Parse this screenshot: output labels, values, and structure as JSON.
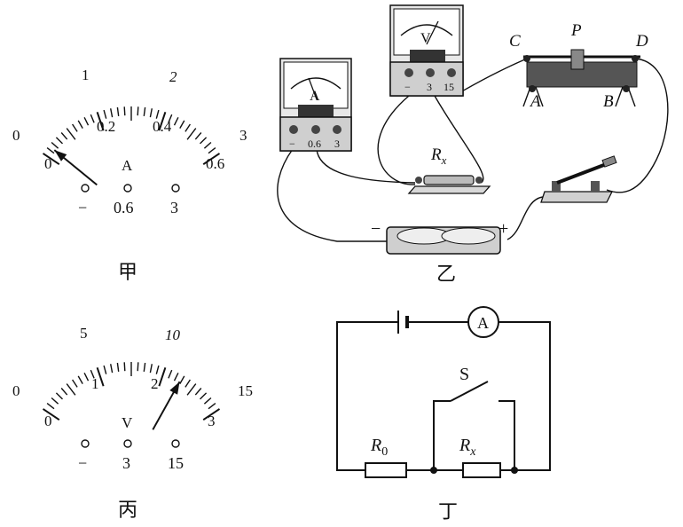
{
  "ammeter_dial": {
    "top_scale": [
      "0",
      "1",
      "2",
      "3"
    ],
    "bottom_scale": [
      "0",
      "0.2",
      "0.4",
      "0.6"
    ],
    "unit": "A",
    "terminals": [
      "−",
      "0.6",
      "3"
    ],
    "caption": "甲",
    "needle_fraction": 0.047
  },
  "voltmeter_dial": {
    "top_scale": [
      "0",
      "5",
      "10",
      "15"
    ],
    "bottom_scale": [
      "0",
      "1",
      "2",
      "3"
    ],
    "unit": "V",
    "terminals": [
      "−",
      "3",
      "15"
    ],
    "caption": "丙",
    "needle_fraction": 0.76
  },
  "apparatus": {
    "ammeter_letter": "A",
    "ammeter_terminals": [
      "−",
      "0.6",
      "3"
    ],
    "voltmeter_letter": "V",
    "voltmeter_terminals": [
      "−",
      "3",
      "15"
    ],
    "resistor_label": "R",
    "resistor_sub": "x",
    "rheostat_labels": [
      "C",
      "P",
      "D",
      "A",
      "B"
    ],
    "battery_minus": "−",
    "battery_plus": "+",
    "caption": "乙"
  },
  "circuit": {
    "ammeter_symbol": "A",
    "switch_label": "S",
    "r0_label": "R",
    "r0_sub": "0",
    "rx_label": "R",
    "rx_sub": "x",
    "caption": "丁"
  }
}
